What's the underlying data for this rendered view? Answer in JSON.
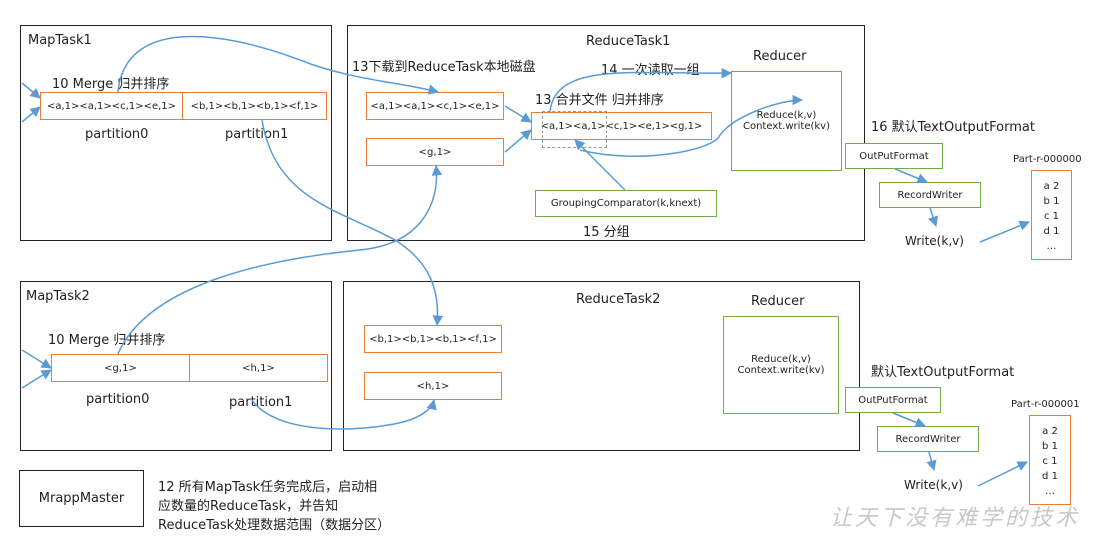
{
  "maptask1": {
    "title": "MapTask1",
    "merge_label": "10 Merge 归并排序",
    "partition0_content": "<a,1><a,1><c,1><e,1>",
    "partition1_content": "<b,1><b,1><b,1><f,1>",
    "partition0_label": "partition0",
    "partition1_label": "partition1"
  },
  "maptask2": {
    "title": "MapTask2",
    "merge_label": "10 Merge 归并排序",
    "partition0_content": "<g,1>",
    "partition1_content": "<h,1>",
    "partition0_label": "partition0",
    "partition1_label": "partition1"
  },
  "reducetask1": {
    "title": "ReduceTask1",
    "download_label": "13下载到ReduceTask本地磁盘",
    "read_label": "14 一次读取一组",
    "merge_label": "13 合并文件 归并排序",
    "input_a": "<a,1><a,1><c,1><e,1>",
    "input_g": "<g,1>",
    "merged": "<a,1><a,1><c,1><e,1><g,1>",
    "grouping": "GroupingComparator(k,knext)",
    "group_label": "15 分组",
    "reducer_title": "Reducer",
    "reduce_line1": "Reduce(k,v)",
    "reduce_line2": "Context.write(kv)",
    "output_label": "16 默认TextOutputFormat",
    "output_format": "OutPutFormat",
    "record_writer": "RecordWriter",
    "write": "Write(k,v)",
    "part_title": "Part-r-000000",
    "part_lines": [
      "a 2",
      "b 1",
      "c 1",
      "d 1",
      "…"
    ]
  },
  "reducetask2": {
    "title": "ReduceTask2",
    "input_b": "<b,1><b,1><b,1><f,1>",
    "input_h": "<h,1>",
    "reducer_title": "Reducer",
    "reduce_line1": "Reduce(k,v)",
    "reduce_line2": "Context.write(kv)",
    "output_label": "默认TextOutputFormat",
    "output_format": "OutPutFormat",
    "record_writer": "RecordWriter",
    "write": "Write(k,v)",
    "part_title": "Part-r-000001",
    "part_lines": [
      "a 2",
      "b 1",
      "c 1",
      "d 1",
      "…"
    ]
  },
  "mrapp": {
    "title": "MrappMaster",
    "note_line1": "12 所有MapTask任务完成后，启动相",
    "note_line2": "应数量的ReduceTask，并告知",
    "note_line3": "ReduceTask处理数据范围（数据分区）"
  },
  "watermark": "让天下没有难学的技术",
  "colors": {
    "arrow": "#5b9bd5",
    "partition_border": "#ed7d31",
    "reducer_border": "#70ad47",
    "frame": "#222222"
  }
}
